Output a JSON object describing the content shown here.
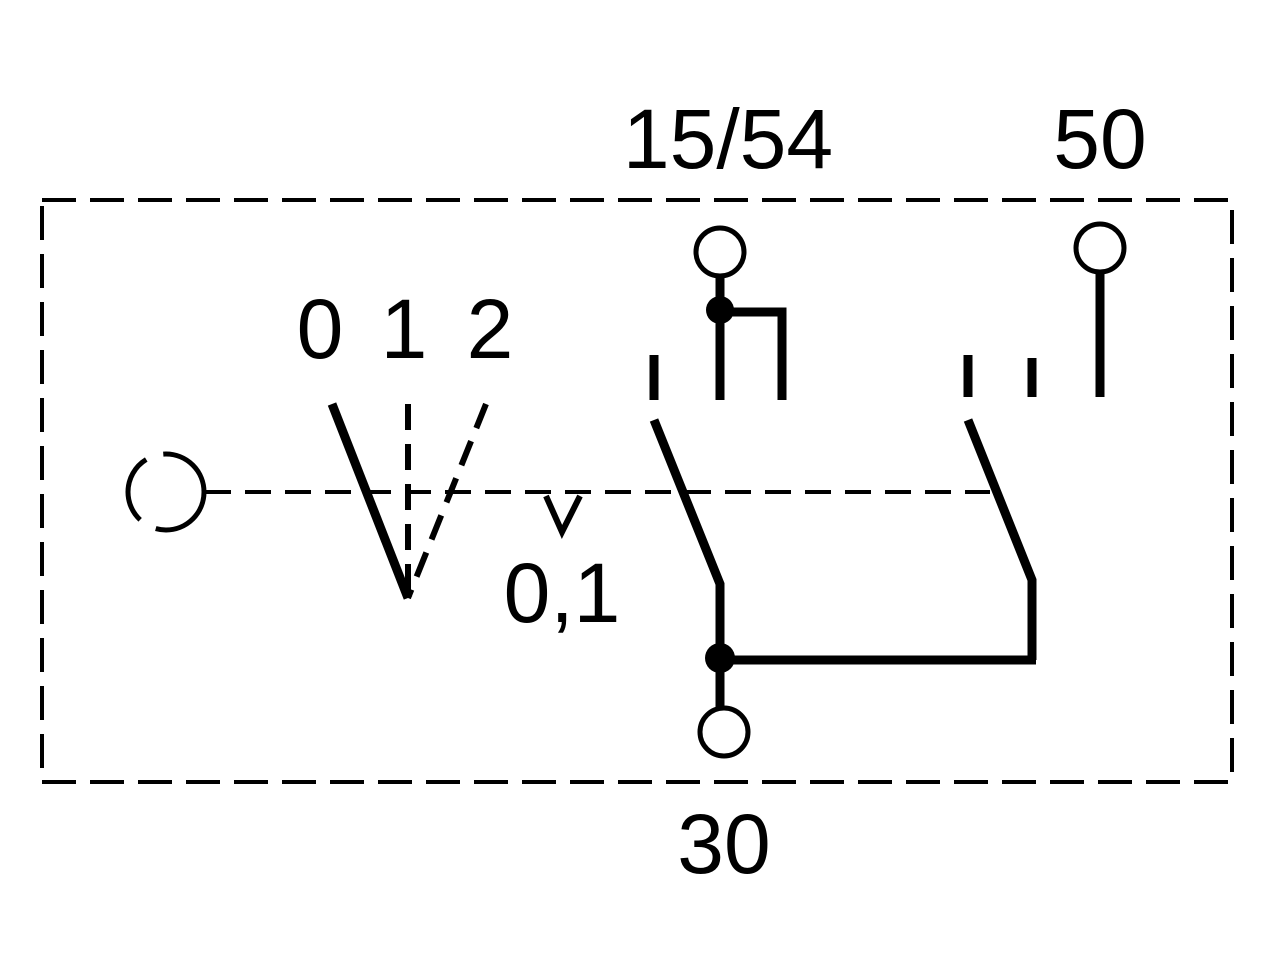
{
  "terminals": {
    "t15_54": "15/54",
    "t50": "50",
    "t30": "30"
  },
  "positions": {
    "p0": "0",
    "p1": "1",
    "p2": "2",
    "p01": "0,1"
  },
  "colors": {
    "ink": "#000000",
    "paper": "#ffffff"
  }
}
